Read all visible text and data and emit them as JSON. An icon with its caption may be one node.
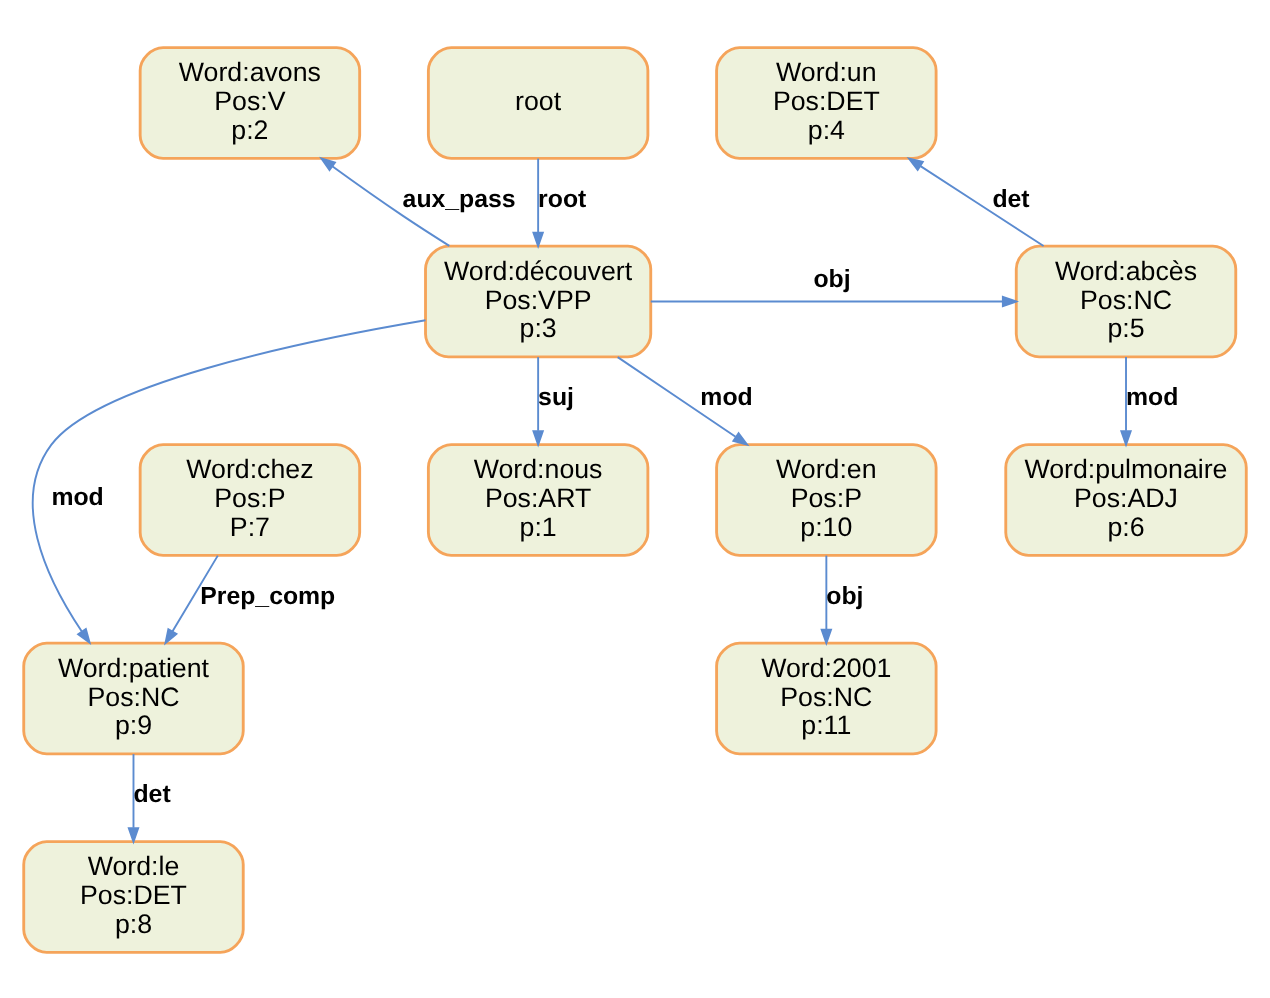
{
  "diagram": {
    "nodes": [
      {
        "text": [
          "Word:avons",
          "Pos:V",
          "p:2"
        ]
      },
      {
        "text": [
          "Word:nous",
          "Pos:ART",
          "p:1"
        ]
      },
      {
        "text": [
          "Word:chez",
          "Pos:P",
          "P:7"
        ]
      },
      {
        "text": [
          "Word:patient",
          "Pos:NC",
          "p:9"
        ]
      },
      {
        "text": [
          "Word:le",
          "Pos:DET",
          "p:8"
        ]
      },
      {
        "text": [
          "root"
        ]
      },
      {
        "text": [
          "Word:découvert",
          "Pos:VPP",
          "p:3"
        ]
      },
      {
        "text": [
          "Word:en",
          "Pos:P",
          "p:10"
        ]
      },
      {
        "text": [
          "Word:2001",
          "Pos:NC",
          "p:11"
        ]
      },
      {
        "text": [
          "Word:un",
          "Pos:DET",
          "p:4"
        ]
      },
      {
        "text": [
          "Word:abcès",
          "Pos:NC",
          "p:5"
        ]
      },
      {
        "text": [
          "Word:pulmonaire",
          "Pos:ADJ",
          "p:6"
        ]
      }
    ],
    "edges": [
      {
        "from": 5,
        "to": 6,
        "arrow": "to",
        "label": "root"
      },
      {
        "from": 6,
        "to": 0,
        "arrow": "to",
        "label": "aux_pass"
      },
      {
        "from": 6,
        "to": 1,
        "arrow": "to",
        "label": "suj"
      },
      {
        "from": 6,
        "to": 3,
        "arrow": "to",
        "label": "mod"
      },
      {
        "from": 6,
        "to": 7,
        "arrow": "to",
        "label": "mod"
      },
      {
        "from": 6,
        "to": 10,
        "arrow": "to",
        "label": "obj"
      },
      {
        "from": 10,
        "to": 9,
        "arrow": "to",
        "label": "det"
      },
      {
        "from": 10,
        "to": 11,
        "arrow": "to",
        "label": "mod"
      },
      {
        "from": 2,
        "to": 3,
        "arrow": "to",
        "label": "Prep_comp"
      },
      {
        "from": 3,
        "to": 4,
        "arrow": "to",
        "label": "det"
      },
      {
        "from": 7,
        "to": 8,
        "arrow": "to",
        "label": "obj"
      }
    ]
  }
}
